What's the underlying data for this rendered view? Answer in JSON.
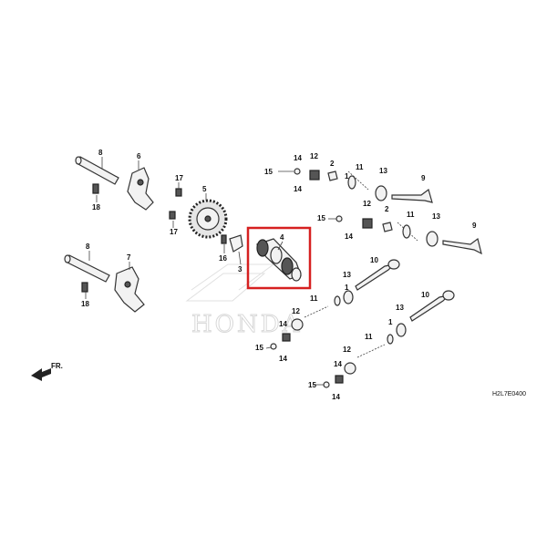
{
  "watermark": "HONDA",
  "drawing_code": "H2L7E0400",
  "front_marker": "FR.",
  "highlight_color": "#d62020",
  "callouts": [
    {
      "id": "c-8a",
      "text": "8"
    },
    {
      "id": "c-6",
      "text": "6"
    },
    {
      "id": "c-18a",
      "text": "18"
    },
    {
      "id": "c-17a",
      "text": "17"
    },
    {
      "id": "c-17b",
      "text": "17"
    },
    {
      "id": "c-5",
      "text": "5"
    },
    {
      "id": "c-16",
      "text": "16"
    },
    {
      "id": "c-3",
      "text": "3"
    },
    {
      "id": "c-8b",
      "text": "8"
    },
    {
      "id": "c-7",
      "text": "7"
    },
    {
      "id": "c-18b",
      "text": "18"
    },
    {
      "id": "c-4",
      "text": "4"
    },
    {
      "id": "c-15a",
      "text": "15"
    },
    {
      "id": "c-14a",
      "text": "14"
    },
    {
      "id": "c-14b",
      "text": "14"
    },
    {
      "id": "c-12a",
      "text": "12"
    },
    {
      "id": "c-2a",
      "text": "2"
    },
    {
      "id": "c-11a",
      "text": "11"
    },
    {
      "id": "c-1a",
      "text": "1"
    },
    {
      "id": "c-13a",
      "text": "13"
    },
    {
      "id": "c-9a",
      "text": "9"
    },
    {
      "id": "c-15b",
      "text": "15"
    },
    {
      "id": "c-14c",
      "text": "14"
    },
    {
      "id": "c-12b",
      "text": "12"
    },
    {
      "id": "c-2b",
      "text": "2"
    },
    {
      "id": "c-11b",
      "text": "11"
    },
    {
      "id": "c-13b",
      "text": "13"
    },
    {
      "id": "c-9b",
      "text": "9"
    },
    {
      "id": "c-1b",
      "text": "1"
    },
    {
      "id": "c-10a",
      "text": "10"
    },
    {
      "id": "c-13c",
      "text": "13"
    },
    {
      "id": "c-11c",
      "text": "11"
    },
    {
      "id": "c-12c",
      "text": "12"
    },
    {
      "id": "c-14d",
      "text": "14"
    },
    {
      "id": "c-15c",
      "text": "15"
    },
    {
      "id": "c-14e",
      "text": "14"
    },
    {
      "id": "c-10b",
      "text": "10"
    },
    {
      "id": "c-13d",
      "text": "13"
    },
    {
      "id": "c-1c",
      "text": "1"
    },
    {
      "id": "c-11d",
      "text": "11"
    },
    {
      "id": "c-12d",
      "text": "12"
    },
    {
      "id": "c-14f",
      "text": "14"
    },
    {
      "id": "c-15d",
      "text": "15"
    },
    {
      "id": "c-14g",
      "text": "14"
    }
  ]
}
